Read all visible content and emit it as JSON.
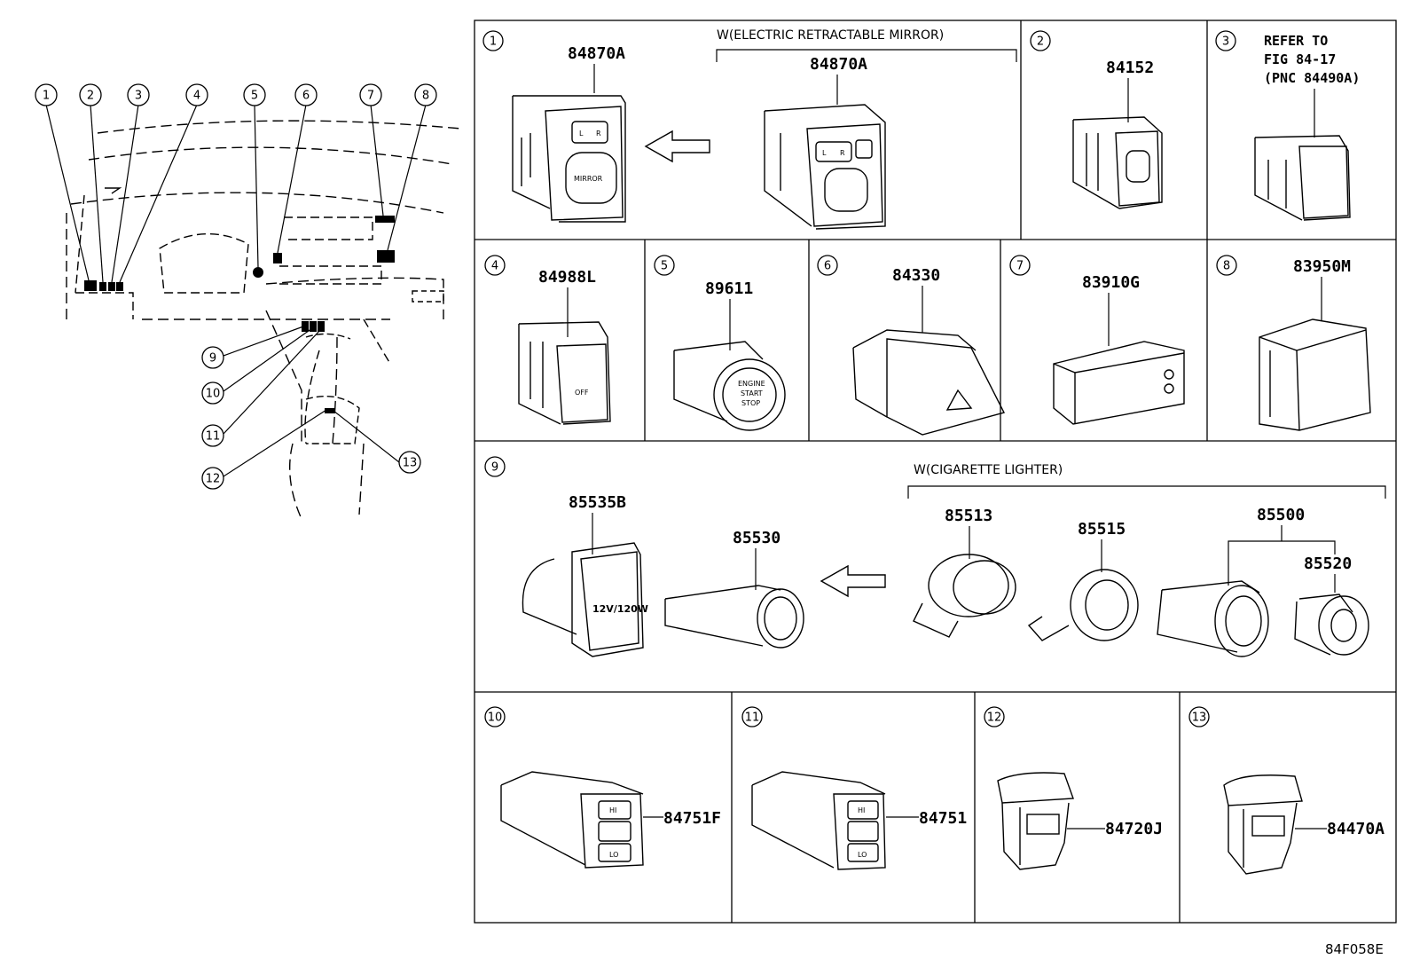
{
  "overview": {
    "callouts_top": [
      "1",
      "2",
      "3",
      "4",
      "5",
      "6",
      "7",
      "8"
    ],
    "callouts_side": [
      "9",
      "10",
      "11",
      "12",
      "13"
    ]
  },
  "panels": [
    {
      "id": "1",
      "parts": [
        "84870A",
        "84870A"
      ],
      "caption": "W(ELECTRIC RETRACTABLE MIRROR)",
      "labels": [
        "L",
        "R",
        "MIRROR"
      ]
    },
    {
      "id": "2",
      "parts": [
        "84152"
      ]
    },
    {
      "id": "3",
      "ref": [
        "REFER TO",
        "FIG 84-17",
        "(PNC 84490A)"
      ]
    },
    {
      "id": "4",
      "parts": [
        "84988L"
      ],
      "labels": [
        "OFF"
      ]
    },
    {
      "id": "5",
      "parts": [
        "89611"
      ],
      "labels": [
        "ENGINE",
        "START",
        "STOP"
      ]
    },
    {
      "id": "6",
      "parts": [
        "84330"
      ]
    },
    {
      "id": "7",
      "parts": [
        "83910G"
      ]
    },
    {
      "id": "8",
      "parts": [
        "83950M"
      ]
    },
    {
      "id": "9",
      "parts": [
        "85535B",
        "85530",
        "85513",
        "85515",
        "85500",
        "85520"
      ],
      "caption": "W(CIGARETTE LIGHTER)",
      "labels": [
        "12V/120W"
      ]
    },
    {
      "id": "10",
      "parts": [
        "84751F"
      ],
      "labels": [
        "HI",
        "LO"
      ]
    },
    {
      "id": "11",
      "parts": [
        "84751"
      ],
      "labels": [
        "HI",
        "LO"
      ]
    },
    {
      "id": "12",
      "parts": [
        "84720J"
      ]
    },
    {
      "id": "13",
      "parts": [
        "84470A"
      ]
    }
  ],
  "figure_code": "84F058E"
}
